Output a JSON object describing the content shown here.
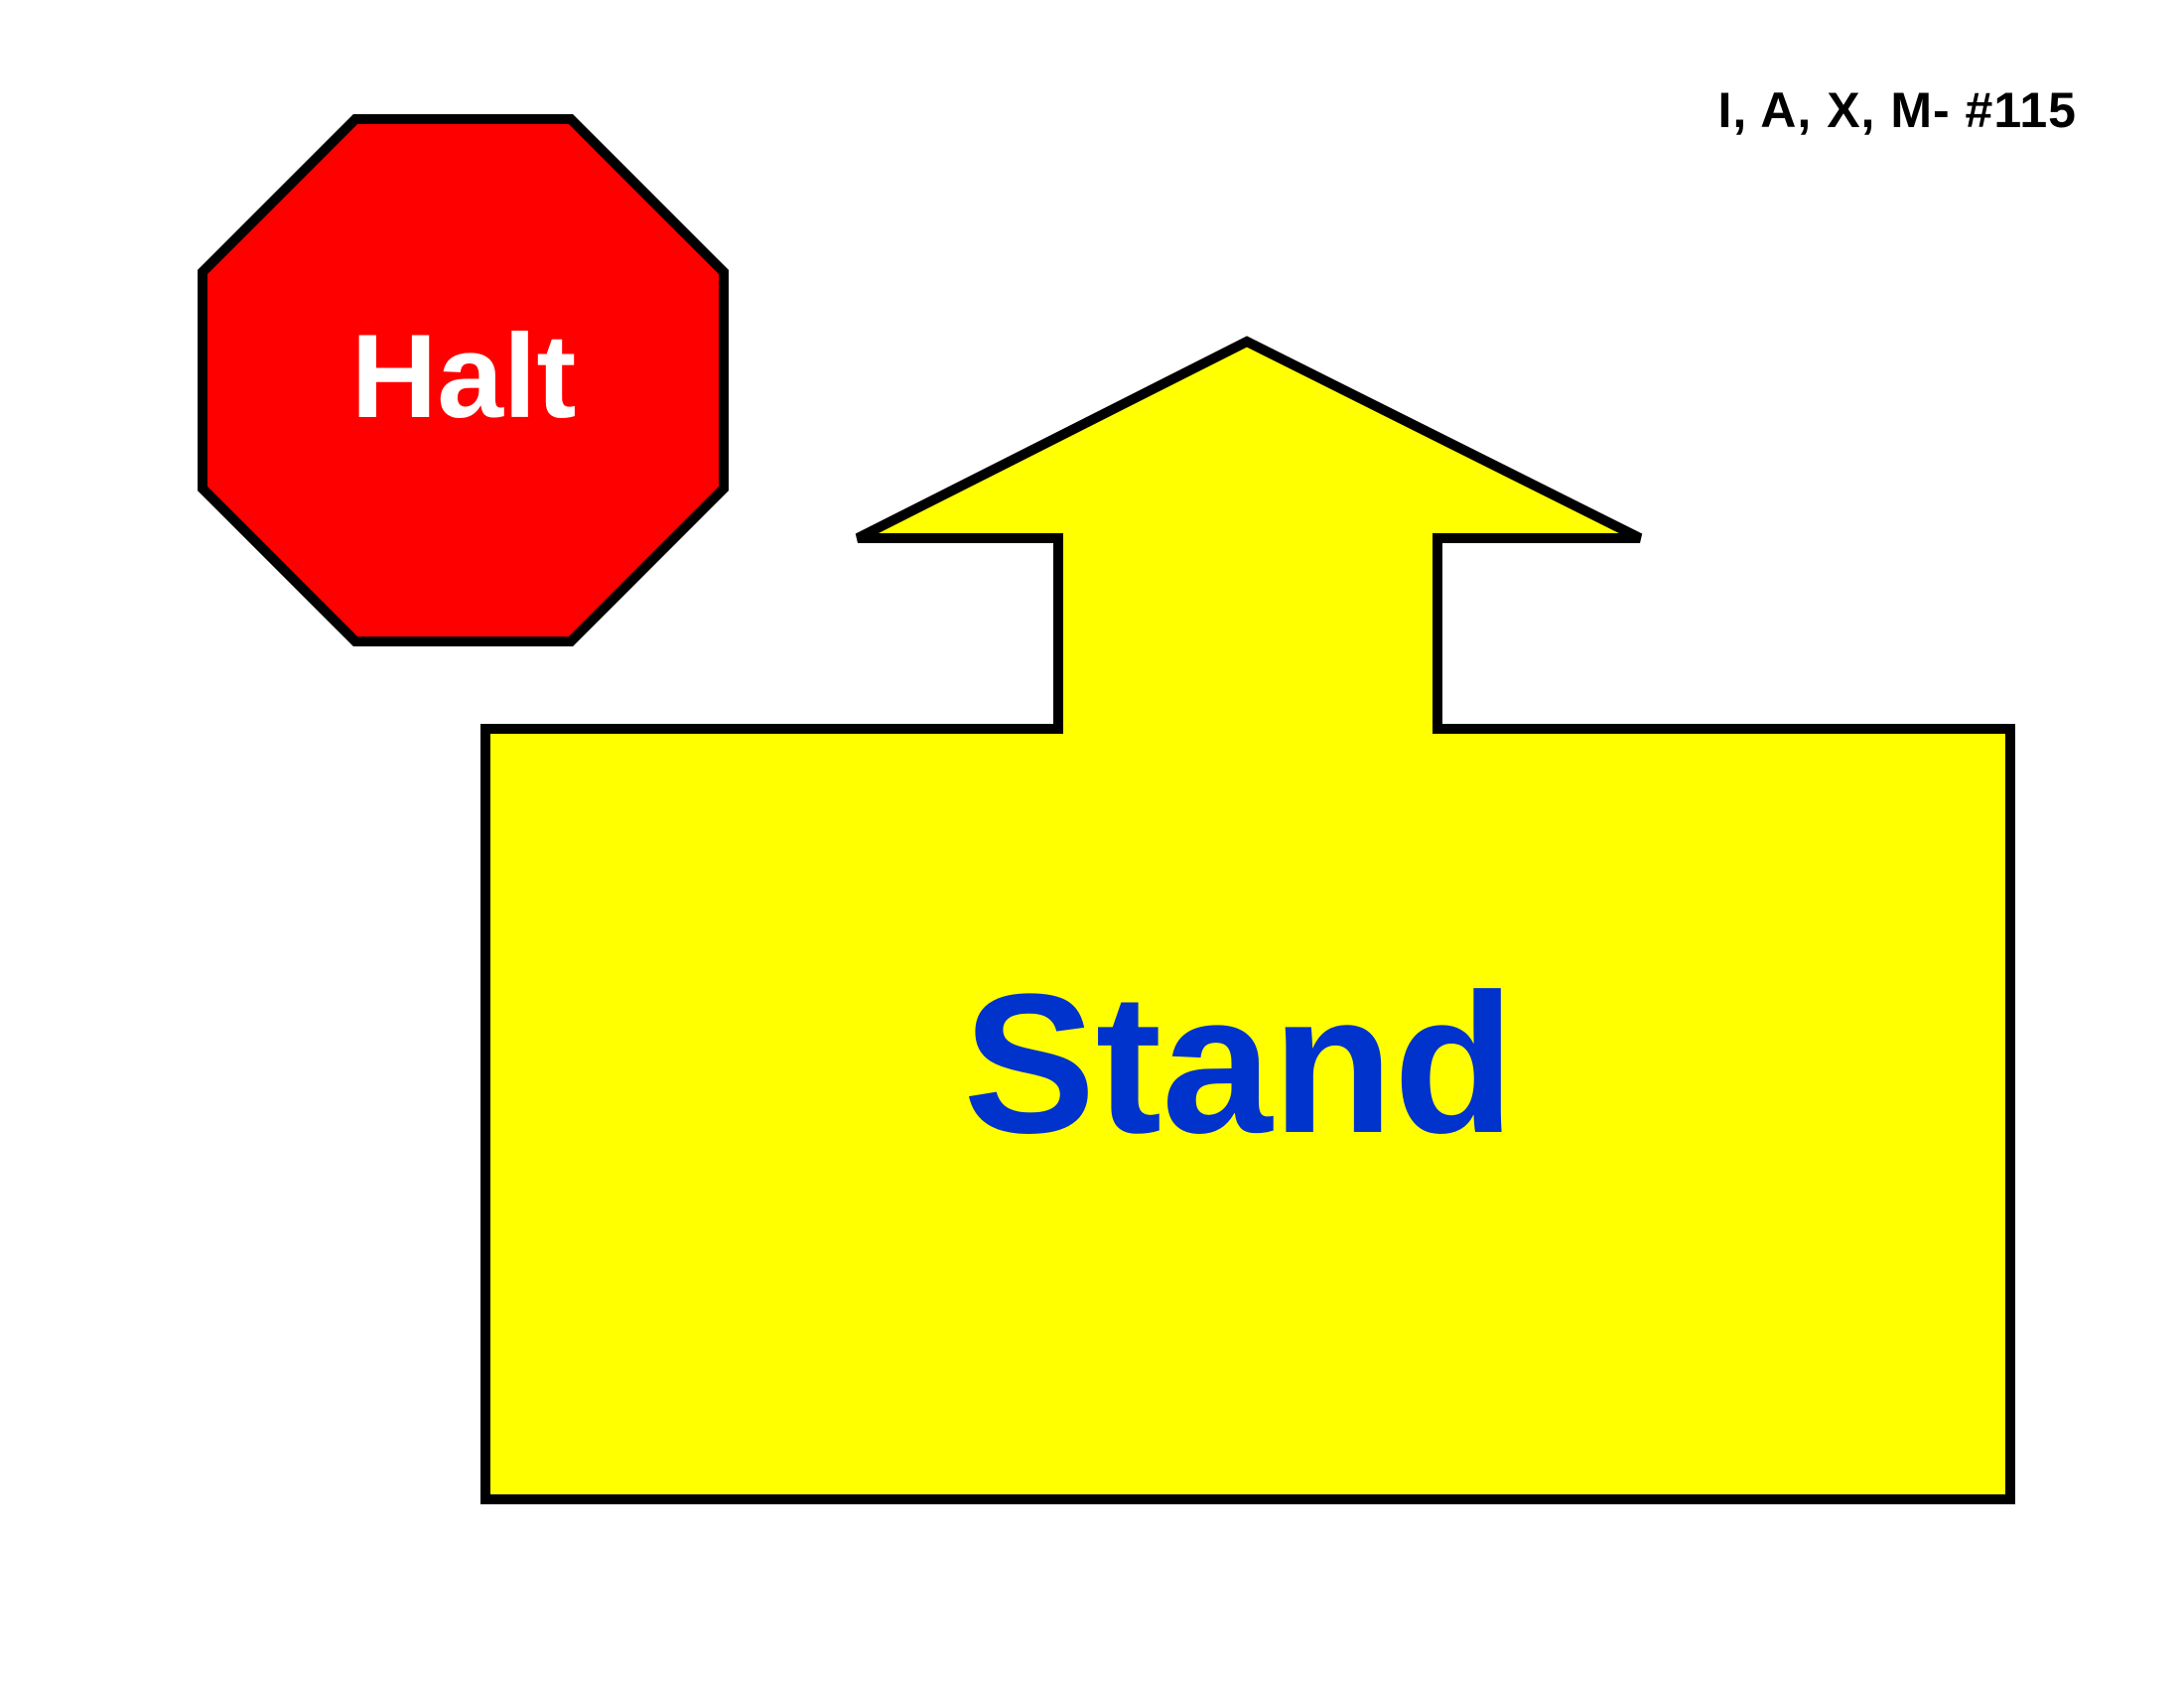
{
  "header": {
    "code": "I, A, X, M- #115"
  },
  "halt_sign": {
    "label": "Halt",
    "fill": "#ff0000",
    "text_color": "#ffffff",
    "stroke": "#000000"
  },
  "stand_sign": {
    "label": "Stand",
    "fill": "#ffff00",
    "text_color": "#0033cc",
    "stroke": "#000000",
    "arrow_direction": "up"
  }
}
